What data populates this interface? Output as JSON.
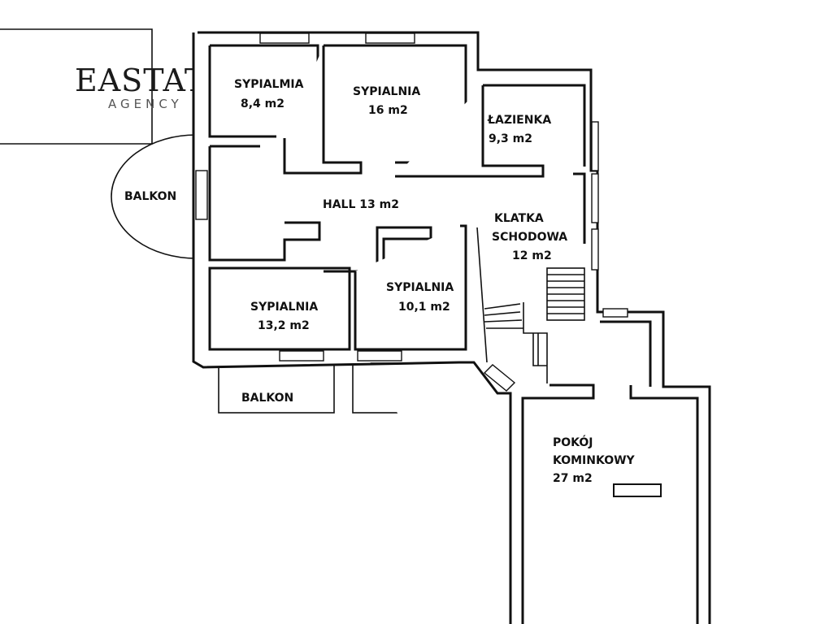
{
  "brand": {
    "name": "EASTATE",
    "subtitle": "AGENCY"
  },
  "rooms": {
    "bedroom_top_left": {
      "name": "SYPIALMIA",
      "area": "8,4 m2"
    },
    "bedroom_top_mid": {
      "name": "SYPIALNIA",
      "area": "16 m2"
    },
    "bathroom": {
      "name": "ŁAZIENKA",
      "area": "9,3 m2"
    },
    "hall": {
      "name": "HALL 13 m2"
    },
    "staircase": {
      "line1": "KLATKA",
      "line2": "SCHODOWA",
      "area": "12 m2"
    },
    "bedroom_bottom_left": {
      "name": "SYPIALNIA",
      "area": "13,2 m2"
    },
    "bedroom_bottom_mid": {
      "name": "SYPIALNIA",
      "area": "10,1 m2"
    },
    "fireplace_room": {
      "line1": "POKÓJ",
      "line2": "KOMINKOWY",
      "area": "27 m2"
    },
    "balcony_left": {
      "name": "BALKON"
    },
    "balcony_bottom": {
      "name": "BALKON"
    }
  },
  "colors": {
    "wall": "#111111",
    "background": "#ffffff"
  }
}
